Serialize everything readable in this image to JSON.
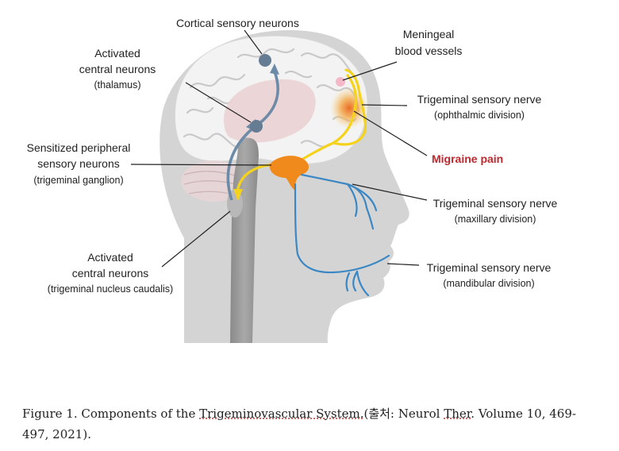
{
  "labels": {
    "cortical": "Cortical sensory neurons",
    "meningeal_1": "Meningeal",
    "meningeal_2": "blood vessels",
    "activated_thal_1": "Activated",
    "activated_thal_2": "central neurons",
    "activated_thal_sub": "(thalamus)",
    "ophthalmic_1": "Trigeminal sensory nerve",
    "ophthalmic_sub": "(ophthalmic division)",
    "migraine": "Migraine pain",
    "sensitized_1": "Sensitized peripheral",
    "sensitized_2": "sensory neurons",
    "sensitized_sub": "(trigeminal ganglion)",
    "maxillary_1": "Trigeminal sensory nerve",
    "maxillary_sub": "(maxillary division)",
    "activated_tnc_1": "Activated",
    "activated_tnc_2": "central neurons",
    "activated_tnc_sub": "(trigeminal nucleus caudalis)",
    "mandibular_1": "Trigeminal sensory nerve",
    "mandibular_sub": "(mandibular division)"
  },
  "caption": {
    "prefix": "Figure 1. Components of the ",
    "link1": "Trigeminovascular System.",
    "mid": "(출처: Neurol ",
    "link2": "Ther",
    "suffix": ". Volume 10, 469-497, 2021)."
  },
  "colors": {
    "head": "#d4d4d4",
    "brain": "#f2f2f2",
    "nerve_blue": "#3a87c4",
    "nerve_yellow": "#f5d21c",
    "ganglion": "#f08a1c",
    "pain_red": "#c0272d"
  }
}
